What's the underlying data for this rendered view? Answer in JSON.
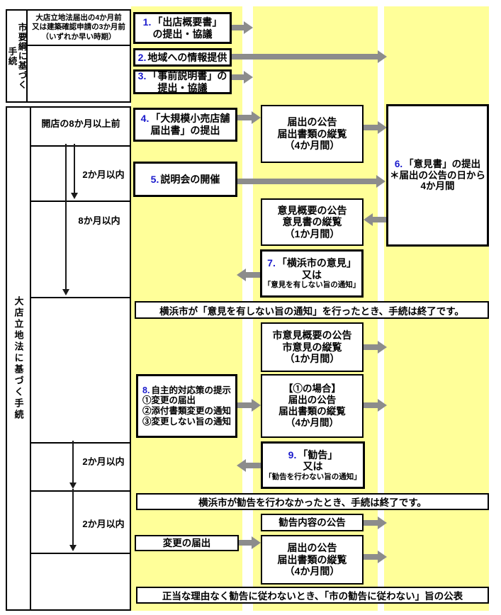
{
  "colors": {
    "band_yellow": "#ffff99",
    "arrow_gray": "#8c8c8c",
    "step_number_blue": "#1a1acc"
  },
  "left_panel": {
    "top_section_label": "市要綱に基づく手続",
    "bottom_section_label": "大店立地法に基づく手続",
    "note_line1": "大店立地法届出の4か月前",
    "note_line2": "又は建築確認申請の3か月前",
    "note_line3": "（いずれか早い時期）",
    "timeline": {
      "t1": "開店の8か月以上前",
      "t2": "2か月以内",
      "t3": "8か月以内",
      "t4": "2か月以内",
      "t5": "2か月以内"
    }
  },
  "steps": {
    "s1": {
      "num": "1.",
      "l1": "「出店概要書」",
      "l2": "の提出・協議"
    },
    "s2": {
      "num": "2.",
      "l1": "地域への情報提供"
    },
    "s3": {
      "num": "3.",
      "l1": "「事前説明書」の",
      "l2": "提出・協議"
    },
    "s4": {
      "num": "4.",
      "l1": "「大規模小売店舗",
      "l2": "届出書」の提出"
    },
    "s5": {
      "num": "5.",
      "l1": "説明会の開催"
    },
    "s6": {
      "num": "6.",
      "l1": "「意見書」の提出",
      "l2": "＊届出の公告の日から",
      "l3": "4か月間"
    },
    "s7": {
      "num": "7.",
      "l1": "「横浜市の意見」",
      "l2": "又は",
      "l3": "「意見を有しない旨の通知」"
    },
    "s8": {
      "num": "8.",
      "l1": "自主的対応策の提示",
      "l2": "①変更の届出",
      "l3": "②添付書類変更の通知",
      "l4": "③変更しない旨の通知"
    },
    "s9": {
      "num": "9.",
      "l1": "「勧告」",
      "l2": "又は",
      "l3": "「勧告を行わない旨の通知」"
    }
  },
  "announcements": {
    "m1": {
      "l1": "届出の公告",
      "l2": "届出書類の縦覧",
      "l3": "（4か月間）"
    },
    "m2": {
      "l1": "意見概要の公告",
      "l2": "意見書の縦覧",
      "l3": "（1か月間）"
    },
    "m3": {
      "l1": "市意見概要の公告",
      "l2": "市意見の縦覧",
      "l3": "（1か月間）"
    },
    "m4": {
      "l1": "【①の場合】",
      "l2": "届出の公告",
      "l3": "届出書類の縦覧",
      "l4": "（4か月間）"
    },
    "m5": {
      "l1": "勧告内容の公告"
    },
    "m6": {
      "l1": "届出の公告",
      "l2": "届出書類の縦覧",
      "l3": "（4か月間）"
    },
    "m7": {
      "l1": "変更の届出"
    }
  },
  "notices": {
    "n1": "横浜市が「意見を有しない旨の通知」を行ったとき、手続は終了です。",
    "n2": "横浜市が勧告を行わなかったとき、手続は終了です。",
    "n3": "正当な理由なく勧告に従わないとき、「市の勧告に従わない」旨の公表"
  }
}
